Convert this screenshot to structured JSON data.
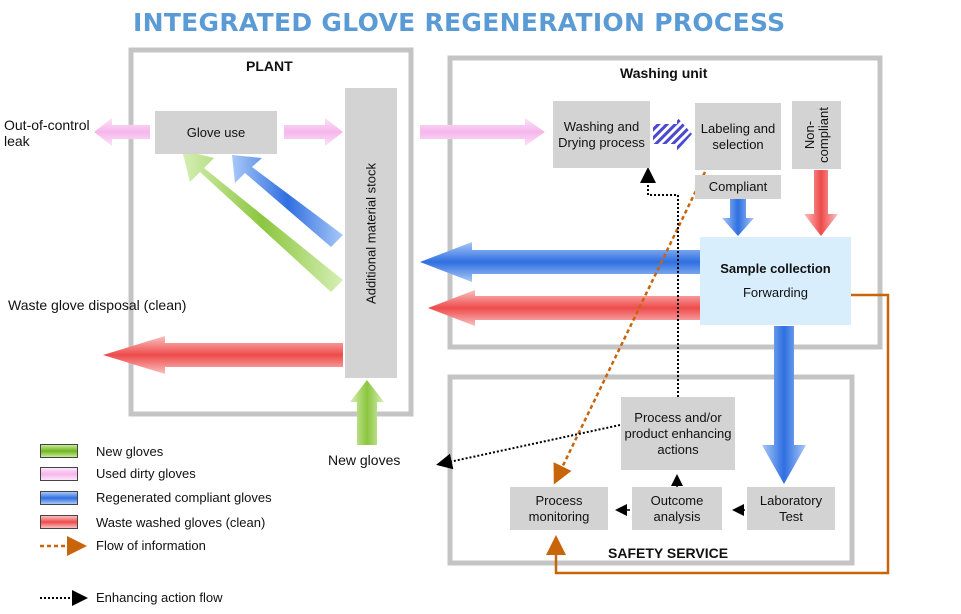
{
  "title": "INTEGRATED GLOVE REGENERATION PROCESS",
  "sections": {
    "plant": "PLANT",
    "washing_unit": "Washing unit",
    "safety_service": "SAFETY SERVICE"
  },
  "nodes": {
    "glove_use": "Glove use",
    "additional_stock": "Additional material stock",
    "washing_drying": "Washing and Drying process",
    "labeling_selection": "Labeling and selection",
    "non_compliant": "Non-compliant",
    "compliant": "Compliant",
    "sample_collection": "Sample collection",
    "forwarding": "Forwarding",
    "process_enhancing": "Process and/or product enhancing actions",
    "process_monitoring": "Process monitoring",
    "outcome_analysis": "Outcome analysis",
    "laboratory_test": "Laboratory Test"
  },
  "outside_labels": {
    "out_of_control_leak": "Out-of-control leak",
    "waste_disposal": "Waste glove disposal (clean)",
    "new_gloves": "New gloves"
  },
  "legend": [
    {
      "label": "New gloves",
      "color": "#8cc63f"
    },
    {
      "label": "Used dirty gloves",
      "color": "#f9c7ef"
    },
    {
      "label": "Regenerated compliant gloves",
      "color": "#3f7fe8"
    },
    {
      "label": "Waste washed gloves (clean)",
      "color": "#f05a5a"
    },
    {
      "label": "Flow of information",
      "color": "#c8640a"
    },
    {
      "label": "Enhancing action flow",
      "color": "#000000"
    }
  ]
}
